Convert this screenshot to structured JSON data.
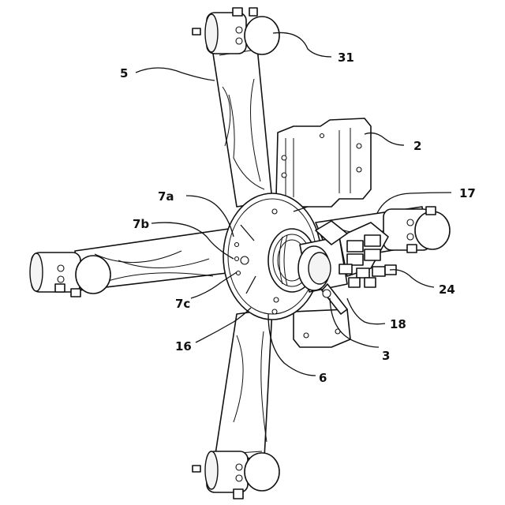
{
  "labels": {
    "l31": "31",
    "l5": "5",
    "l2": "2",
    "l17": "17",
    "l7a": "7a",
    "l7b": "7b",
    "l7c": "7c",
    "l24": "24",
    "l18": "18",
    "l16": "16",
    "l3": "3",
    "l6": "6"
  }
}
